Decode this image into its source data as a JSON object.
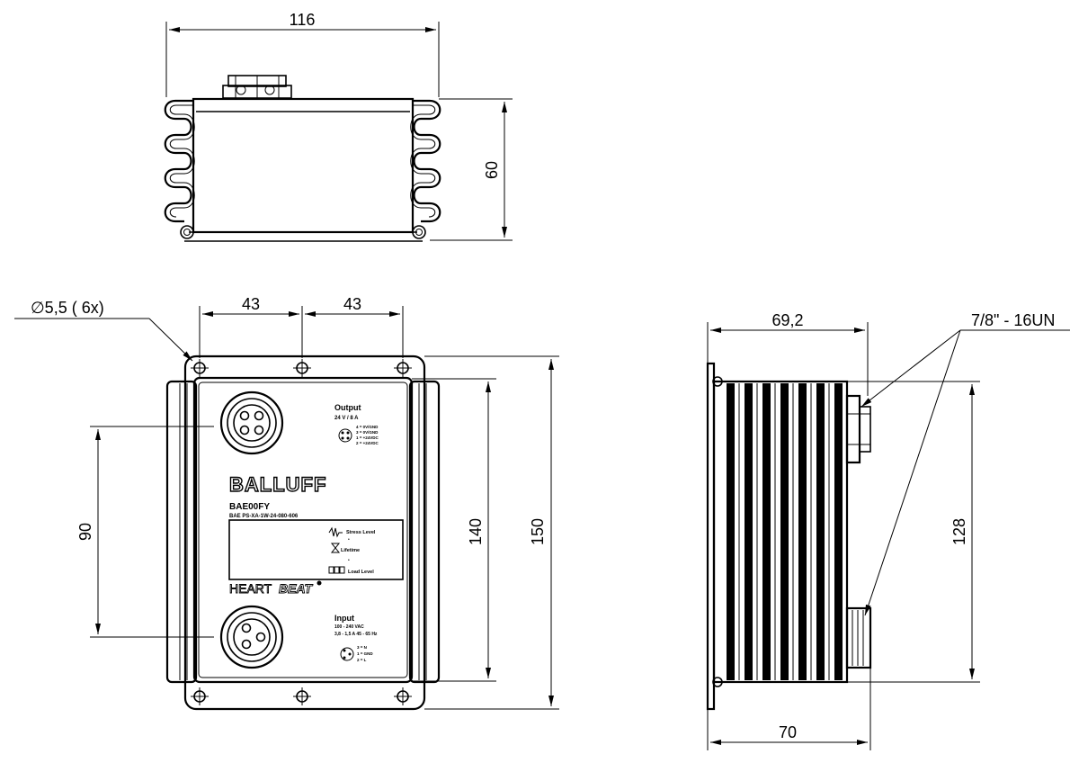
{
  "dimensions": {
    "top_width": "116",
    "top_height": "60",
    "hole_label": "∅5,5 ( 6x)",
    "hole_spacing_1": "43",
    "hole_spacing_2": "43",
    "connector_spacing": "90",
    "body_height": "140",
    "overall_height": "150",
    "side_depth_top": "69,2",
    "side_depth_bottom": "70",
    "side_height": "128",
    "thread_label": "7/8\" - 16UN"
  },
  "label_plate": {
    "brand": "BALLUFF",
    "model": "BAE00FY",
    "order_code": "BAE PS-XA-1W-24-080-606",
    "output_title": "Output",
    "output_rating": "24 V / 8 A",
    "output_pins": [
      "4 = 0V/GND",
      "3 = 0V/GND",
      "1 = +24VDC",
      "2 = +24VDC"
    ],
    "stress_level": "Stress Level",
    "lifetime": "Lifetime",
    "load_level": "Load Level",
    "heartbeat_left": "HEART",
    "heartbeat_right": "BEAT",
    "input_title": "Input",
    "input_voltage": "100 - 240 VAC",
    "input_current": "3,8 - 1,5 A  45 - 65 Hz",
    "input_pins": [
      "3 = N",
      "1 = GND",
      "2 = L"
    ]
  }
}
